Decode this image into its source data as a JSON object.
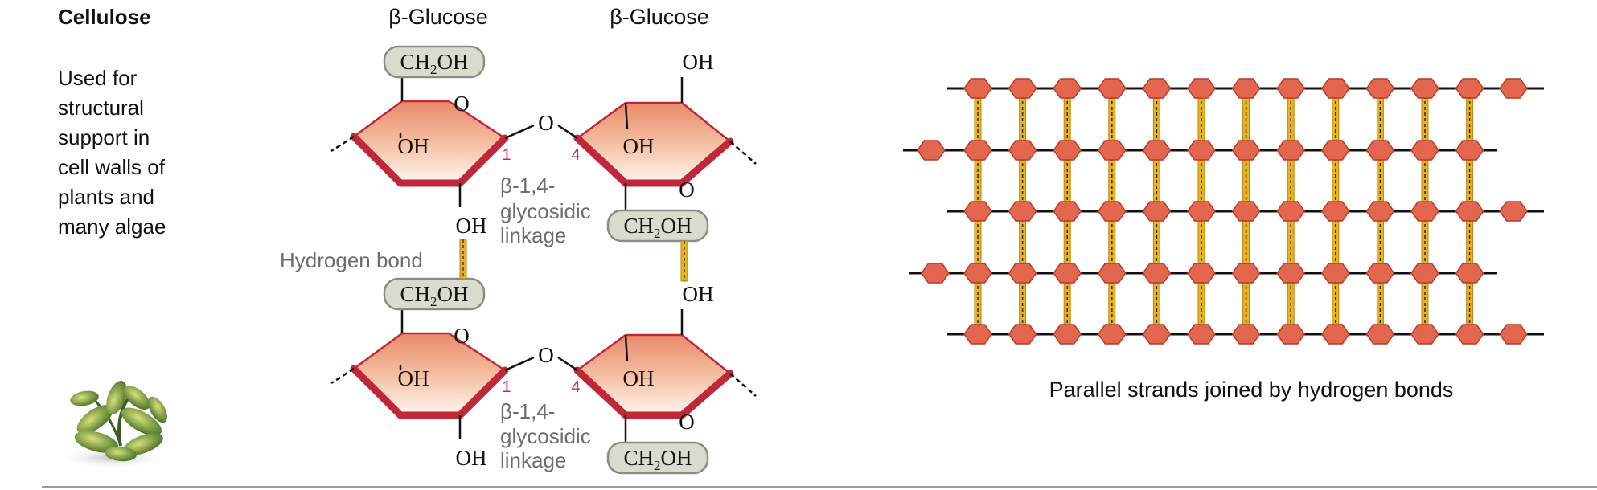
{
  "title": "Cellulose",
  "description_lines": [
    "Used for",
    "structural",
    "support in",
    "cell walls of",
    "plants and",
    "many algae"
  ],
  "glucose_labels": [
    "β-Glucose",
    "β-Glucose"
  ],
  "groups": {
    "ch2oh_main": "CH",
    "ch2oh_sub": "2",
    "ch2oh_tail": "OH",
    "oh": "OH",
    "ring_o": "O",
    "bridge_o": "O",
    "carbon_1": "1",
    "carbon_4": "4"
  },
  "linkage_lines": [
    "β-1,4-",
    "glycosidic",
    "linkage"
  ],
  "hydrogen_bond_label": "Hydrogen bond",
  "strands_caption": "Parallel strands joined by hydrogen bonds",
  "colors": {
    "ring_fill_top": "#e8896a",
    "ring_fill_bottom": "#fdf1ea",
    "ring_edge": "#c0283a",
    "group_box": "#d9dbcf",
    "hbond": "#e8b320",
    "unit_fill": "#e2674e",
    "unit_edge": "#b53a2a",
    "carbon_number": "#c0287a",
    "label_gray": "#6d6d6d"
  }
}
